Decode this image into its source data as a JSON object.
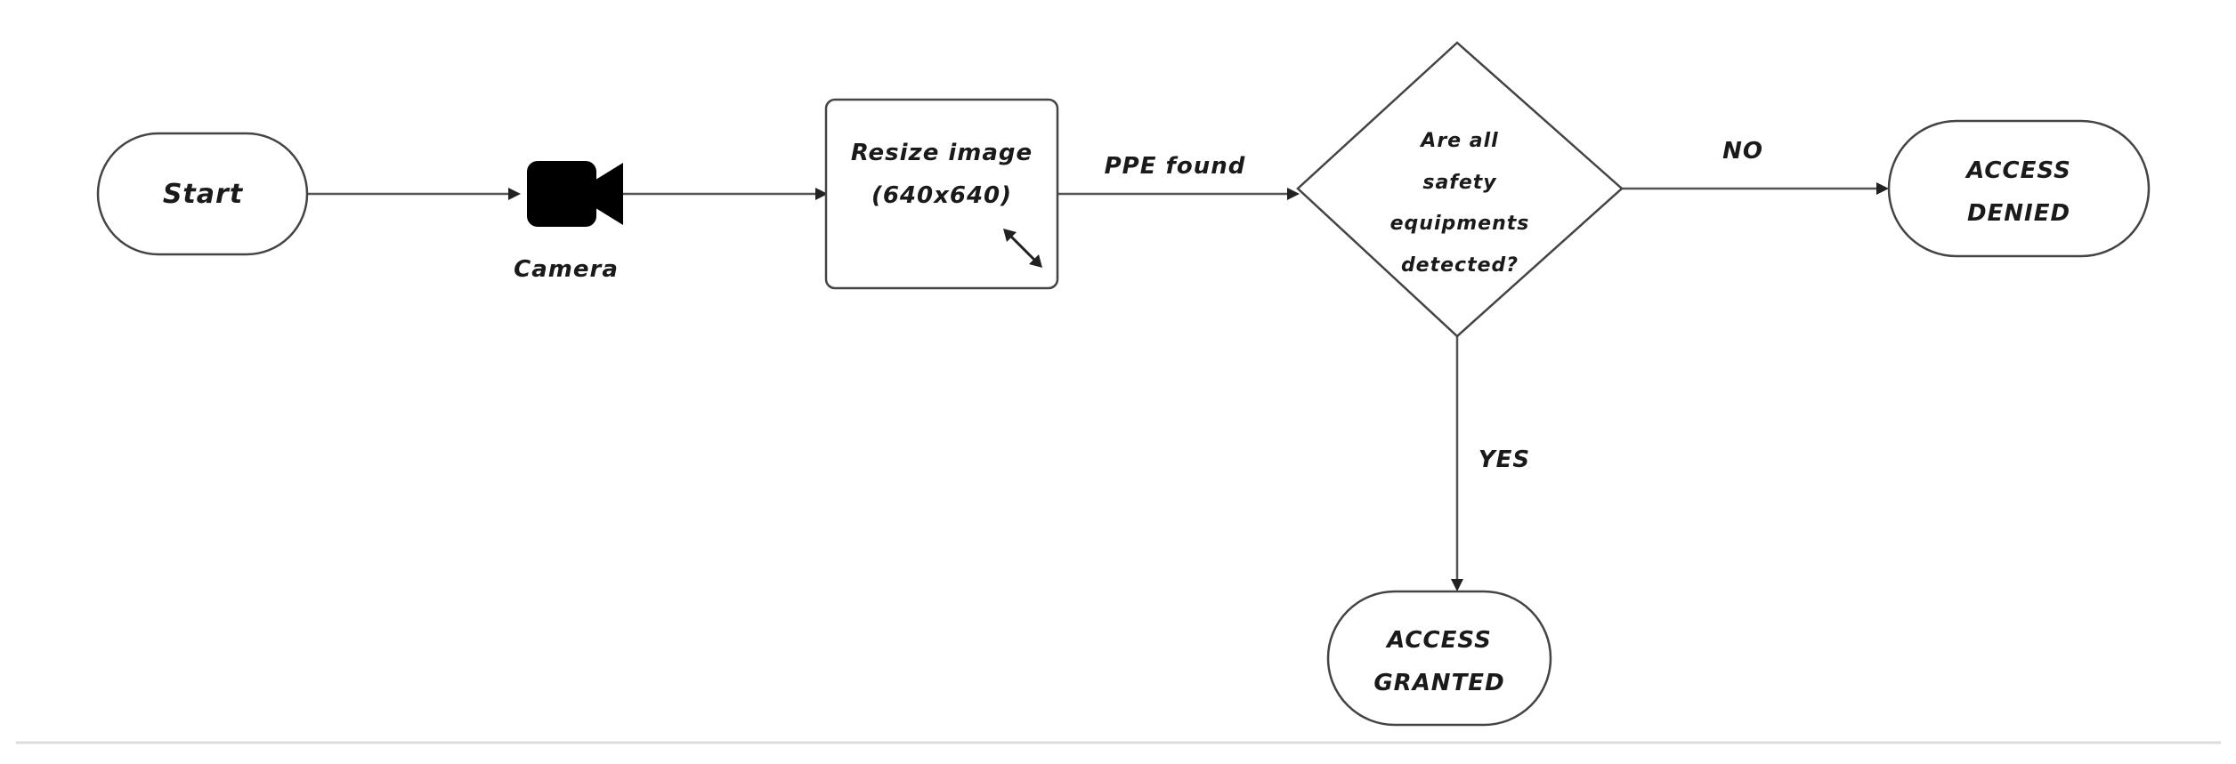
{
  "diagram": {
    "nodes": {
      "start": {
        "label": "Start"
      },
      "camera": {
        "label": "Camera",
        "icon": "video-camera-icon"
      },
      "resize": {
        "line1": "Resize image",
        "line2": "(640x640)",
        "icon": "resize-arrow-icon"
      },
      "decision": {
        "line1": "Are all",
        "line2": "safety",
        "line3": "equipments",
        "line4": "detected?"
      },
      "denied": {
        "line1": "ACCESS",
        "line2": "DENIED"
      },
      "granted": {
        "line1": "ACCESS",
        "line2": "GRANTED"
      }
    },
    "edges": {
      "resize_to_decision": {
        "label": "PPE found"
      },
      "decision_to_denied": {
        "label": "NO"
      },
      "decision_to_granted": {
        "label": "YES"
      }
    },
    "colors": {
      "stroke": "#444444",
      "fill": "#ffffff",
      "icon": "#000000",
      "text": "#1a1a1a"
    }
  }
}
